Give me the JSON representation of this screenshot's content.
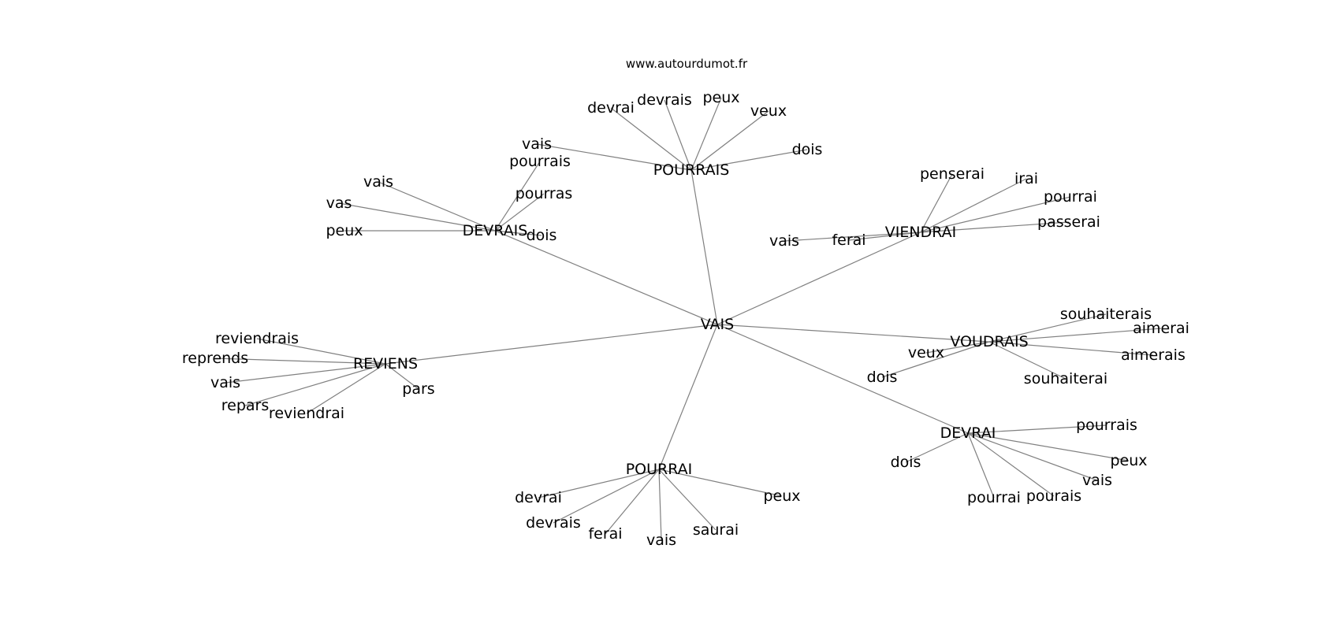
{
  "source": "www.autourdumot.fr",
  "colors": {
    "edge": "#808080",
    "text": "#000000",
    "background": "#ffffff"
  },
  "graph": {
    "root": "VAIS",
    "hubs": [
      {
        "label": "POURRAIS",
        "leaves": [
          "devrai",
          "devrais",
          "peux",
          "veux",
          "dois",
          "vais"
        ]
      },
      {
        "label": "DEVRAIS",
        "leaves": [
          "pourrais",
          "pourras",
          "vais",
          "vas",
          "peux",
          "dois"
        ]
      },
      {
        "label": "VIENDRAI",
        "leaves": [
          "penserai",
          "irai",
          "pourrai",
          "passerai",
          "ferai",
          "vais"
        ]
      },
      {
        "label": "VOUDRAIS",
        "leaves": [
          "souhaiterais",
          "aimerai",
          "aimerais",
          "souhaiterai",
          "veux",
          "dois"
        ]
      },
      {
        "label": "DEVRAI",
        "leaves": [
          "pourrais",
          "peux",
          "vais",
          "pourais",
          "pourrai",
          "dois"
        ]
      },
      {
        "label": "POURRAI",
        "leaves": [
          "devrai",
          "devrais",
          "ferai",
          "vais",
          "saurai",
          "peux"
        ]
      },
      {
        "label": "REVIENS",
        "leaves": [
          "reviendrais",
          "reprends",
          "vais",
          "repars",
          "reviendrai",
          "pars"
        ]
      }
    ]
  }
}
